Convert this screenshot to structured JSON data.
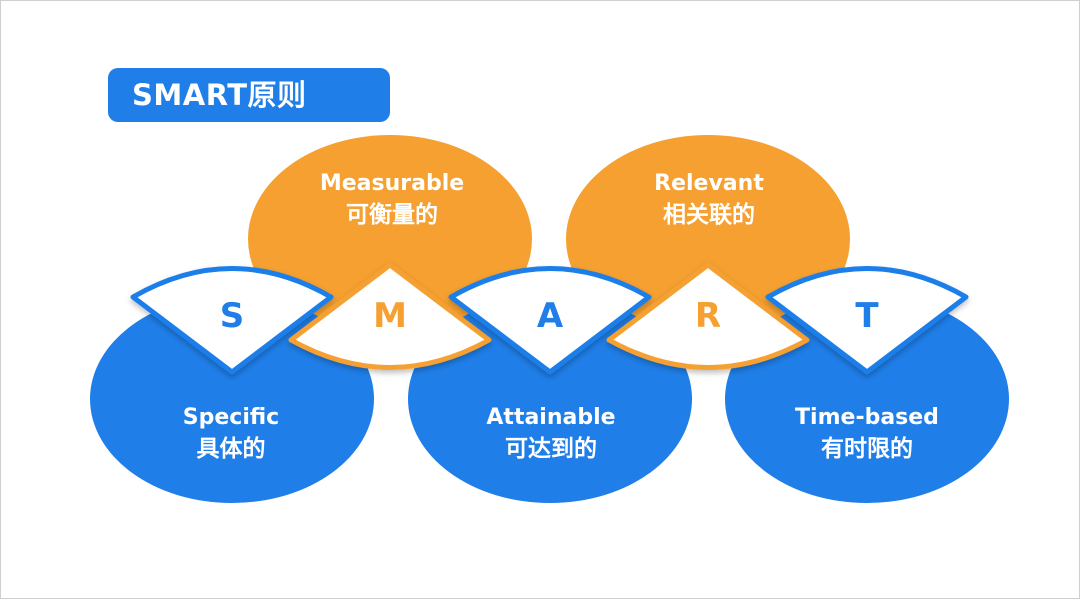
{
  "title": "SMART原则",
  "colors": {
    "blue": "#1f7ee8",
    "orange": "#f5a030",
    "white": "#ffffff"
  },
  "principles": [
    {
      "letter": "S",
      "en": "Specific",
      "zh": "具体的",
      "color": "blue"
    },
    {
      "letter": "M",
      "en": "Measurable",
      "zh": "可衡量的",
      "color": "orange"
    },
    {
      "letter": "A",
      "en": "Attainable",
      "zh": "可达到的",
      "color": "blue"
    },
    {
      "letter": "R",
      "en": "Relevant",
      "zh": "相关联的",
      "color": "orange"
    },
    {
      "letter": "T",
      "en": "Time-based",
      "zh": "有时限的",
      "color": "blue"
    }
  ]
}
